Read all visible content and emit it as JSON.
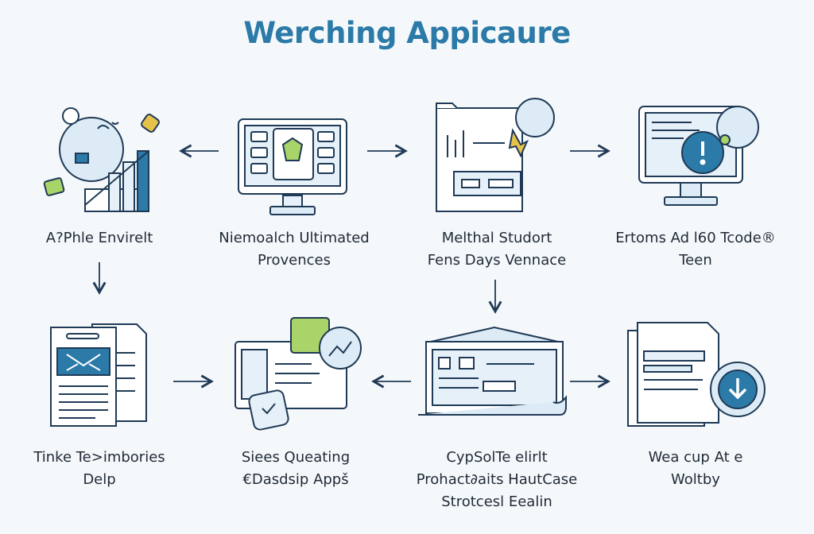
{
  "title": "Werching Appicaure",
  "steps": [
    {
      "lines": [
        "A?Phle Envirelt"
      ],
      "icon": "chart-icon"
    },
    {
      "lines": [
        "Niemoalch Ultimated",
        "Provences"
      ],
      "icon": "monitor-icon"
    },
    {
      "lines": [
        "Melthal Studort",
        "Fens Days Vennace"
      ],
      "icon": "document-badge-icon"
    },
    {
      "lines": [
        "Ertoms Ad l60 Tcode®",
        "Teen"
      ],
      "icon": "monitor-alert-icon"
    },
    {
      "lines": [
        "Tinke Te>imbories",
        "Delp"
      ],
      "icon": "email-document-icon"
    },
    {
      "lines": [
        "Siees Queating",
        "€Dasdsip Appš"
      ],
      "icon": "browser-window-icon"
    },
    {
      "lines": [
        "CypSolTe elirlt",
        "Prohact∂aits HautCase",
        "Strotcesl Eealin"
      ],
      "icon": "web-form-icon"
    },
    {
      "lines": [
        "Wea cup At e",
        "Woltby"
      ],
      "icon": "download-document-icon"
    }
  ],
  "colors": {
    "accent": "#2b7aa8",
    "stroke": "#1f3a56",
    "fill": "#e6f0f8",
    "highlight": "#a9d46a"
  }
}
